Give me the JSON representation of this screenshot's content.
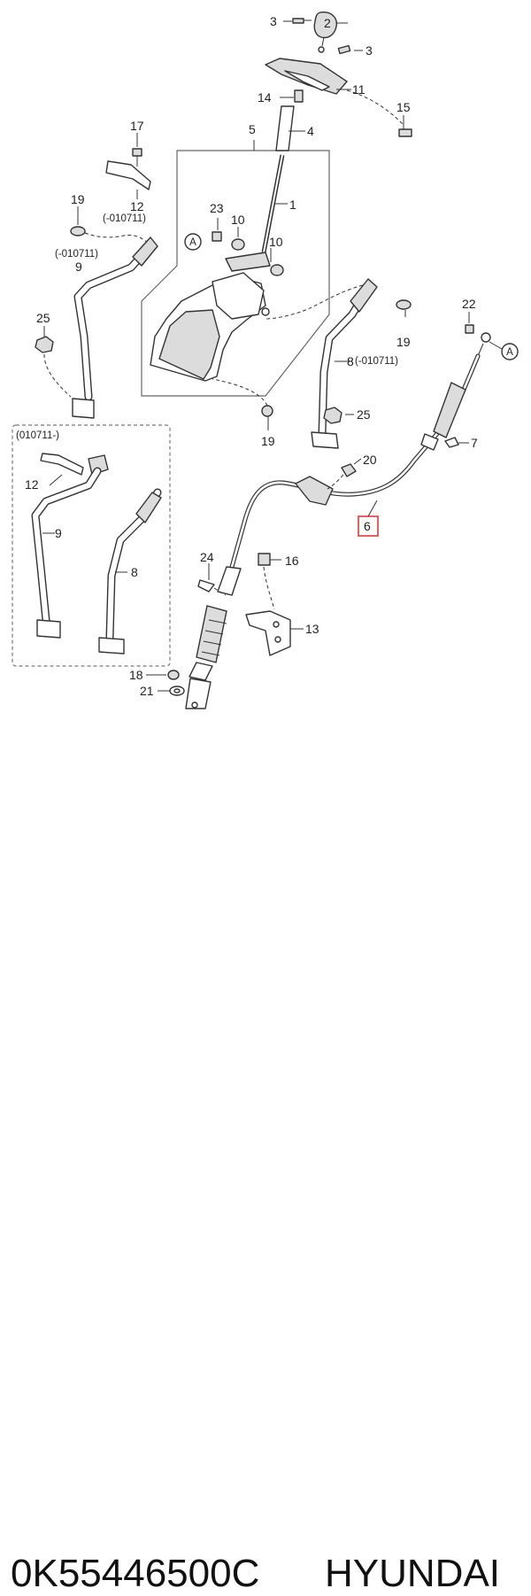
{
  "diagram": {
    "callouts": {
      "c1": "1",
      "c2": "2",
      "c3a": "3",
      "c3b": "3",
      "c4": "4",
      "c5": "5",
      "c6": "6",
      "c7": "7",
      "c8a": "8",
      "c8b": "8",
      "c9a": "9",
      "c9b": "9",
      "c10a": "10",
      "c10b": "10",
      "c11": "11",
      "c12a": "12",
      "c12b": "12",
      "c13": "13",
      "c14": "14",
      "c15": "15",
      "c16": "16",
      "c17": "17",
      "c18": "18",
      "c19a": "19",
      "c19b": "19",
      "c19c": "19",
      "c20": "20",
      "c21": "21",
      "c22": "22",
      "c23": "23",
      "c24": "24",
      "c25a": "25",
      "c25b": "25",
      "refA1": "A",
      "refA2": "A"
    },
    "notes": {
      "n12": "(-010711)",
      "n9": "(-010711)",
      "n8": "(-010711)",
      "inset": "(010711-)"
    },
    "highlighted_callout": "6",
    "highlight_color": "#e03a3a"
  },
  "caption": {
    "part_number": "0K55446500C",
    "brand": "HYUNDAI"
  }
}
